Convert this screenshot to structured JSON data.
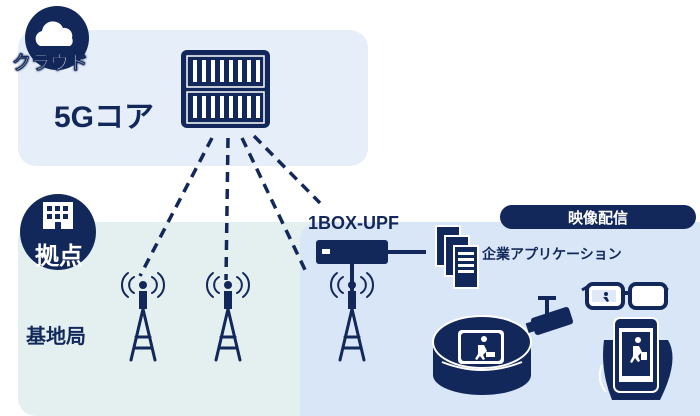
{
  "cloud": {
    "label": "クラウド",
    "core_label": "5Gコア"
  },
  "site": {
    "label": "拠点",
    "base_station_label": "基地局"
  },
  "upf": {
    "label": "1BOX-UPF"
  },
  "apps": {
    "label": "企業アプリケーション"
  },
  "video": {
    "label": "映像配信"
  },
  "colors": {
    "navy": "#13285a",
    "cloud_bg": "#e6eefa",
    "site_bg": "#e3f0ef",
    "video_bg": "#d8e6f8",
    "white": "#ffffff"
  }
}
